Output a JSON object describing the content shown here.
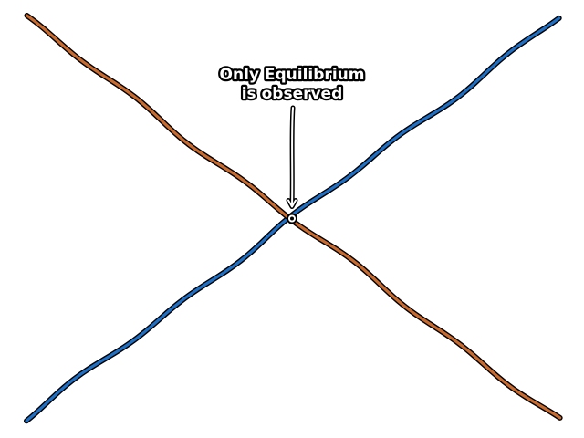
{
  "chart_data": {
    "type": "line",
    "title": "",
    "xlabel": "",
    "ylabel": "",
    "axes_visible": false,
    "grid": false,
    "xlim": [
      0,
      100
    ],
    "ylim": [
      0,
      100
    ],
    "series": [
      {
        "color": "#1f6fc4",
        "x": [
          0,
          100
        ],
        "y": [
          0,
          100
        ]
      },
      {
        "color": "#c96a2e",
        "x": [
          0,
          100
        ],
        "y": [
          100,
          0
        ]
      }
    ],
    "annotation": {
      "lines": [
        "Only Equilibrium",
        "is observed"
      ],
      "point": [
        50,
        50
      ]
    }
  }
}
